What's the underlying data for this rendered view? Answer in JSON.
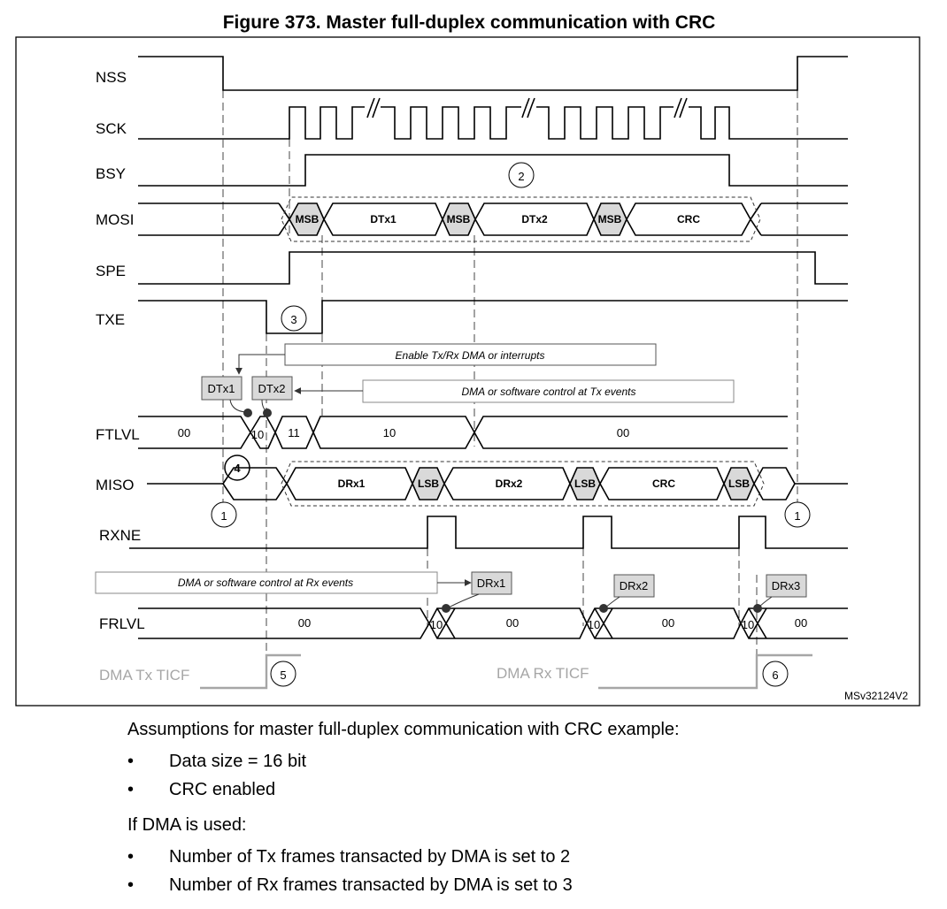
{
  "figure": {
    "title": "Figure 373. Master full-duplex communication with CRC",
    "id_code": "MSv32124V2",
    "colors": {
      "line": "#000000",
      "box_fill": "#d9d9d9",
      "grey_signal": "#a6a6a6",
      "dash": "#333333"
    },
    "signals": {
      "nss": "NSS",
      "sck": "SCK",
      "bsy": "BSY",
      "mosi": "MOSI",
      "spe": "SPE",
      "txe": "TXE",
      "ftlvl": "FTLVL",
      "miso": "MISO",
      "rxne": "RXNE",
      "frlvl": "FRLVL",
      "dma_tx": "DMA Tx TICF",
      "dma_rx": "DMA Rx TICF"
    },
    "mosi_segments": {
      "msb": "MSB",
      "dtx1": "DTx1",
      "dtx2": "DTx2",
      "crc": "CRC"
    },
    "miso_segments": {
      "drx1": "DRx1",
      "lsb": "LSB",
      "drx2": "DRx2",
      "crc": "CRC"
    },
    "ftlvl_values": {
      "v00": "00",
      "v10": "10",
      "v11": "11"
    },
    "frlvl_values": {
      "v00": "00",
      "v10": "10"
    },
    "tags": {
      "dtx1": "DTx1",
      "dtx2": "DTx2",
      "drx1": "DRx1",
      "drx2": "DRx2",
      "drx3": "DRx3"
    },
    "annotations": {
      "enable_dma": "Enable Tx/Rx DMA or interrupts",
      "tx_events": "DMA or software control at Tx events",
      "rx_events": "DMA or software control at Rx events"
    },
    "markers": {
      "m1": "1",
      "m2": "2",
      "m3": "3",
      "m4": "4",
      "m5": "5",
      "m6": "6"
    }
  },
  "notes": {
    "intro": "Assumptions for master full-duplex communication with CRC example:",
    "bullet_char": "•",
    "list1": [
      "Data size = 16 bit",
      "CRC enabled"
    ],
    "if_dma": "If DMA is used:",
    "list2": [
      "Number of Tx frames transacted by DMA is set to 2",
      "Number of Rx frames transacted by DMA is set to 3"
    ]
  }
}
